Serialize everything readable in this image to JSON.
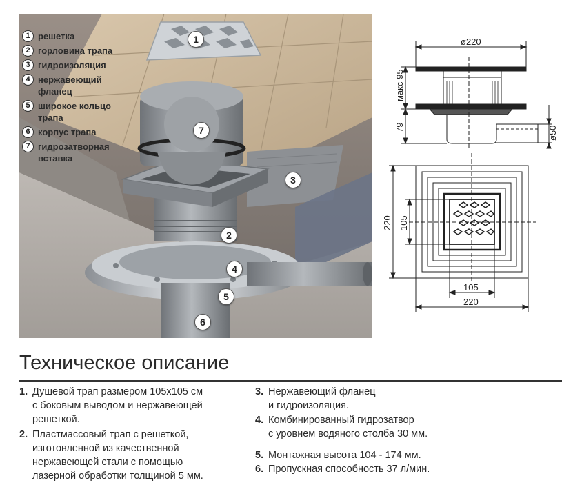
{
  "legend": [
    {
      "num": "1",
      "text": "решетка"
    },
    {
      "num": "2",
      "text": "горловина трапа"
    },
    {
      "num": "3",
      "text": "гидроизоляция"
    },
    {
      "num": "4",
      "text": "нержавеющий фланец"
    },
    {
      "num": "5",
      "text": "широкое кольцо трапа"
    },
    {
      "num": "6",
      "text": "корпус трапа"
    },
    {
      "num": "7",
      "text": "гидрозатворная вставка"
    }
  ],
  "callouts": [
    "1",
    "7",
    "3",
    "2",
    "4",
    "5",
    "6"
  ],
  "drawing": {
    "dia_220": "ø220",
    "max_95": "макс 95",
    "dim_79": "79",
    "dia_50": "ø50",
    "dim_220_left": "220",
    "dim_105_left": "105",
    "dim_105_bottom": "105",
    "dim_220_bottom": "220"
  },
  "section_title": "Техническое описание",
  "specs_left": [
    {
      "n": "1.",
      "text": "Душевой трап размером 105х105 см\nс боковым выводом и нержавеющей\nрешеткой."
    },
    {
      "n": "2.",
      "text": "Пластмассовый трап с решеткой,\nизготовленной из качественной\nнержавеющей стали с помощью\nлазерной обработки толщиной 5 мм."
    }
  ],
  "specs_right": [
    {
      "n": "3.",
      "text": "Нержавеющий фланец\nи гидроизоляция."
    },
    {
      "n": "4.",
      "text": "Комбинированный гидрозатвор\nс уровнем водяного столба 30 мм."
    },
    {
      "n": "5.",
      "text": "Монтажная высота 104 - 174 мм."
    },
    {
      "n": "6.",
      "text": "Пропускная способность 37 л/мин."
    }
  ]
}
